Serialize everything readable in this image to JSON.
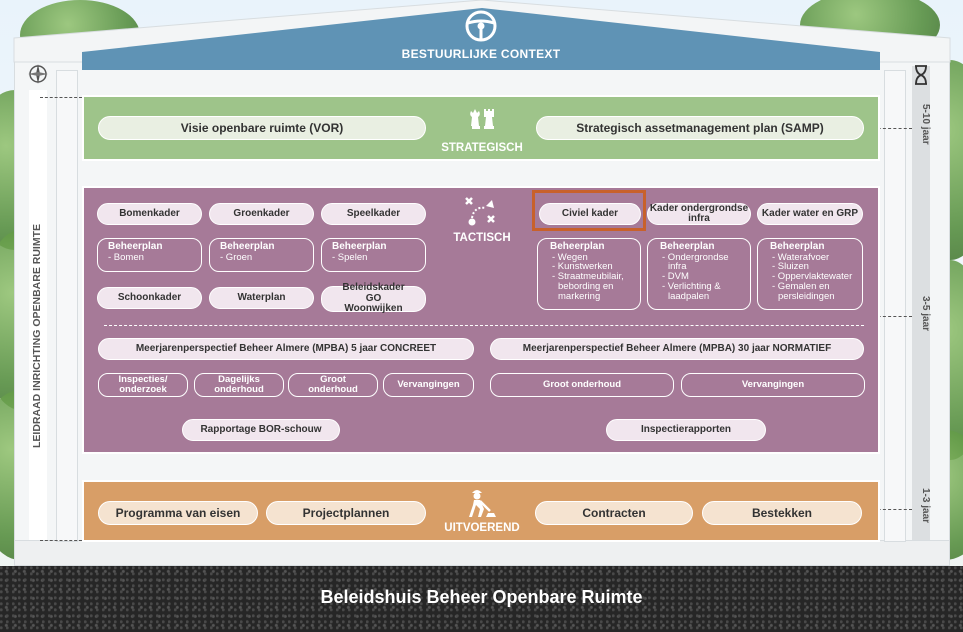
{
  "roof": {
    "title": "BESTUURLIJKE CONTEXT",
    "icon": "steering-wheel-icon"
  },
  "strategic": {
    "label": "STRATEGISCH",
    "icon": "chess-pieces-icon",
    "items": [
      "Visie openbare ruimte (VOR)",
      "Strategisch assetmanagement plan (SAMP)"
    ]
  },
  "tactical": {
    "label": "TACTISCH",
    "icon": "strategy-plan-icon",
    "kaders": [
      "Bomenkader",
      "Groenkader",
      "Speelkader",
      "Civiel kader",
      "Kader ondergrondse infra",
      "Kader water en GRP"
    ],
    "beheerplans": [
      {
        "title": "Beheerplan",
        "lines": [
          "- Bomen"
        ]
      },
      {
        "title": "Beheerplan",
        "lines": [
          "- Groen"
        ]
      },
      {
        "title": "Beheerplan",
        "lines": [
          "- Spelen"
        ]
      },
      {
        "title": "Beheerplan",
        "lines": [
          "- Wegen",
          "- Kunstwerken",
          "- Straatmeubilair,",
          "bebording en",
          "markering"
        ]
      },
      {
        "title": "Beheerplan",
        "lines": [
          "- Ondergrondse",
          "infra",
          "- DVM",
          "- Verlichting &",
          "laadpalen"
        ]
      },
      {
        "title": "Beheerplan",
        "lines": [
          "- Waterafvoer",
          "- Sluizen",
          "- Oppervlaktewater",
          "- Gemalen en",
          "persleidingen"
        ]
      }
    ],
    "other_kaders": [
      "Schoonkader",
      "Waterplan",
      "Beleidskader GO Woonwijken"
    ],
    "mpba_concreet": {
      "title": "Meerjarenperspectief Beheer Almere (MPBA) 5 jaar CONCREET",
      "items": [
        "Inspecties/ onderzoek",
        "Dagelijks onderhoud",
        "Groot onderhoud",
        "Vervangingen"
      ]
    },
    "mpba_normatief": {
      "title": "Meerjarenperspectief Beheer Almere (MPBA) 30 jaar NORMATIEF",
      "items": [
        "Groot onderhoud",
        "Vervangingen"
      ]
    },
    "reports": [
      "Rapportage BOR-schouw",
      "Inspectierapporten"
    ]
  },
  "operational": {
    "label": "UITVOEREND",
    "icon": "construction-worker-icon",
    "items": [
      "Programma van eisen",
      "Projectplannen",
      "Contracten",
      "Bestekken"
    ]
  },
  "left_bar": {
    "text": "LEIDRAAD INRICHTING OPENBARE RUIMTE",
    "icon": "compass-icon"
  },
  "right_bar": {
    "icon": "hourglass-icon",
    "periods": [
      "5-10 jaar",
      "3-5 jaar",
      "1-3 jaar"
    ]
  },
  "footer": {
    "title": "Beleidshuis Beheer Openbare Ruimte"
  },
  "colors": {
    "strategic": "#9ec48a",
    "tactical": "#a67a98",
    "operational": "#d89e67",
    "roof": "#5f93b5",
    "highlight": "#c8612b"
  }
}
